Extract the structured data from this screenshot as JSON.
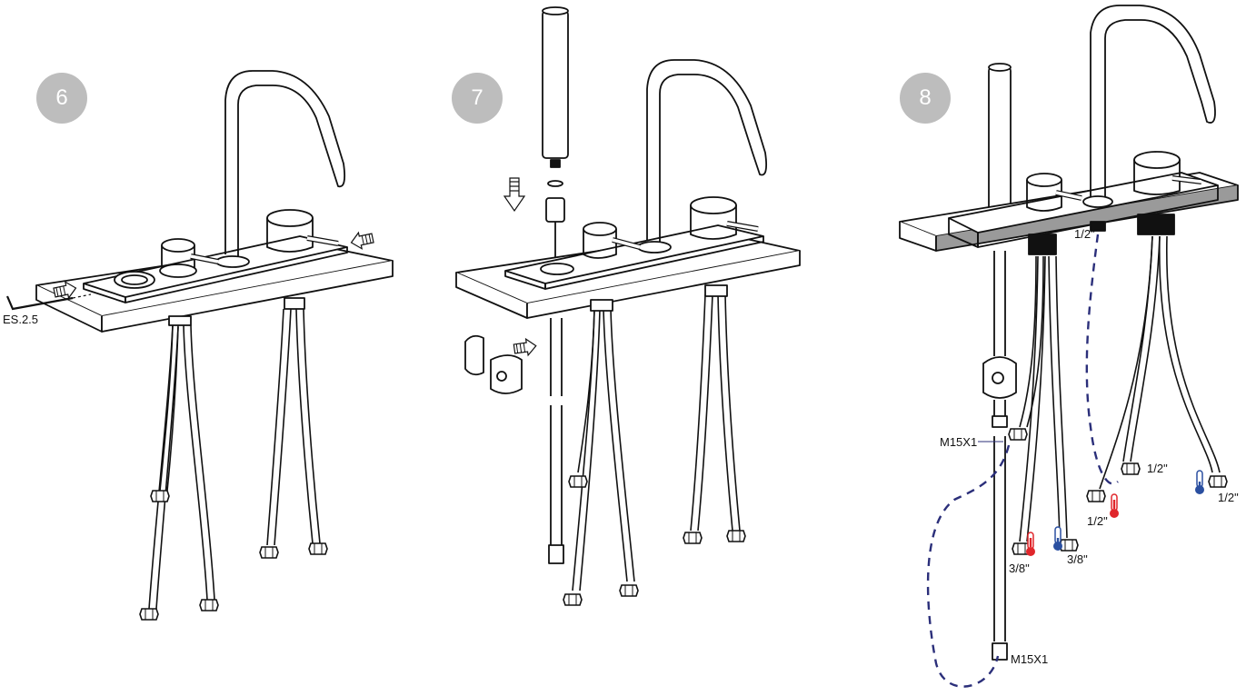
{
  "steps": [
    {
      "number": "6",
      "tool_label": "ES.2.5"
    },
    {
      "number": "7"
    },
    {
      "number": "8",
      "labels": {
        "m15_top": "M15X1",
        "m15_bottom": "M15X1",
        "half_inch_top": "1/2\"",
        "half_inch_right": "1/2\"",
        "half_inch_far_right": "1/2\"",
        "half_inch_bottom": "1/2\"",
        "three_eighths_left": "3/8\"",
        "three_eighths_right": "3/8\""
      }
    }
  ],
  "colors": {
    "line": "#111111",
    "badge": "#bdbdbd",
    "hose_dash": "#2b2f7a",
    "hot": "#e0262b",
    "cold": "#2a4fa0"
  },
  "icons": [
    "hex-key-icon",
    "push-arrow-icon",
    "down-arrow-icon",
    "hot-thermometer-icon",
    "cold-thermometer-icon"
  ]
}
